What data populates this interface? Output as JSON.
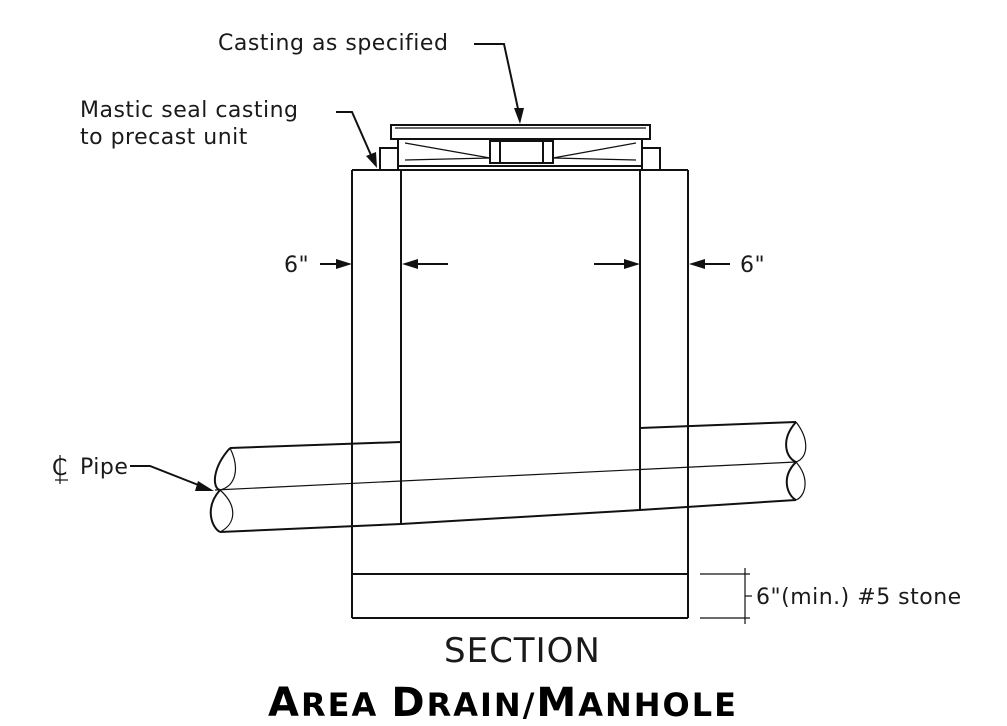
{
  "labels": {
    "casting": "Casting as specified",
    "mastic_line1": "Mastic seal casting",
    "mastic_line2": "to precast unit",
    "wall_left": "6\"",
    "wall_right": "6\"",
    "pipe": "Pipe",
    "stone": "6\"(min.) #5 stone",
    "section": "SECTION"
  },
  "title": {
    "first_big": "A",
    "first_rest": "REA ",
    "second_big": "D",
    "second_rest": "RAIN/",
    "third_big": "M",
    "third_rest": "ANHOLE"
  },
  "colors": {
    "line": "#111111",
    "background": "#ffffff"
  }
}
